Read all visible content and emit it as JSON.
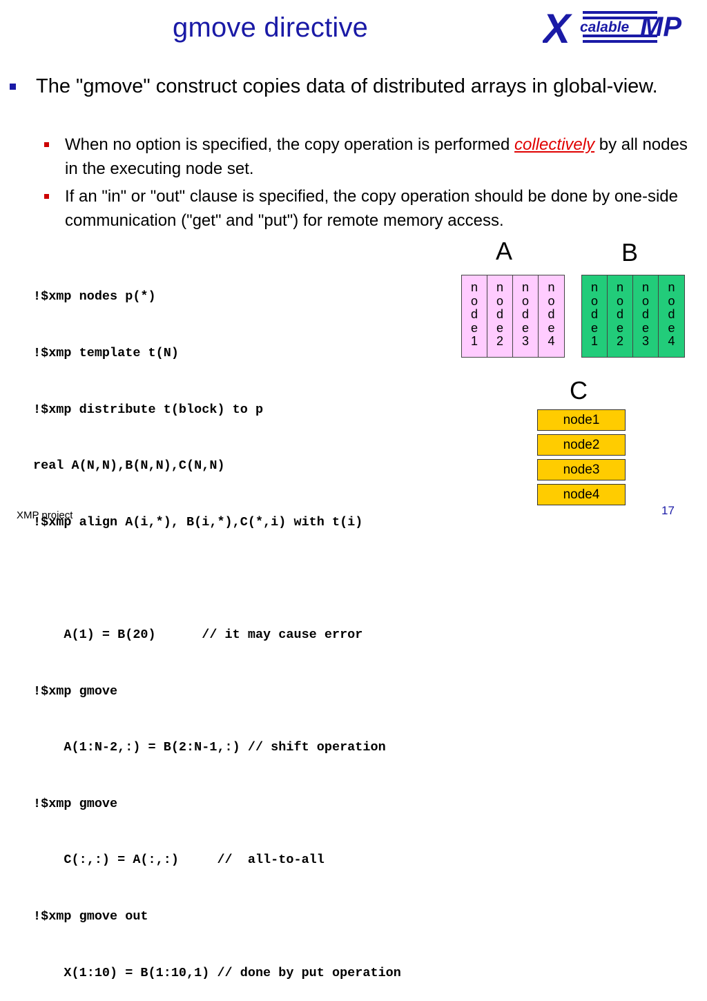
{
  "slide": {
    "title": "gmove directive",
    "logo": {
      "letter_x": "X",
      "word": "calable",
      "suffix": "MP"
    },
    "bullet_main": "The \"gmove\" construct copies data of distributed arrays in global-view.",
    "sub1_before": "When no option is specified, the copy operation is performed ",
    "sub1_em": "collectively",
    "sub1_after": " by all nodes in the executing node set.",
    "sub2": "If an \"in\" or \"out\" clause is specified, the copy operation should be done by one-side communication (\"get\" and \"put\")  for remote memory access.",
    "code_lines": [
      "!$xmp nodes p(*)",
      "!$xmp template t(N)",
      "!$xmp distribute t(block) to p",
      "real A(N,N),B(N,N),C(N,N)",
      "!$xmp align A(i,*), B(i,*),C(*,i) with t(i)",
      "",
      "    A(1) = B(20)      // it may cause error",
      "!$xmp gmove",
      "    A(1:N-2,:) = B(2:N-1,:) // shift operation",
      "!$xmp gmove",
      "    C(:,:) = A(:,:)     //  all-to-all",
      "!$xmp gmove out",
      "    X(1:10) = B(1:10,1) // done by put operation"
    ],
    "label_a": "A",
    "label_b": "B",
    "label_c": "C",
    "array_a_cells": [
      "node1",
      "node2",
      "node3",
      "node4"
    ],
    "array_b_cells": [
      "node1",
      "node2",
      "node3",
      "node4"
    ],
    "array_c_rows": [
      "node1",
      "node2",
      "node3",
      "node4"
    ],
    "footer": "XMP project",
    "page_number": "17",
    "colors": {
      "title": "#1a1aa6",
      "emphasis": "#e00000",
      "array_a": "#ffccff",
      "array_b": "#22cc7a",
      "array_c": "#ffcc00"
    }
  }
}
